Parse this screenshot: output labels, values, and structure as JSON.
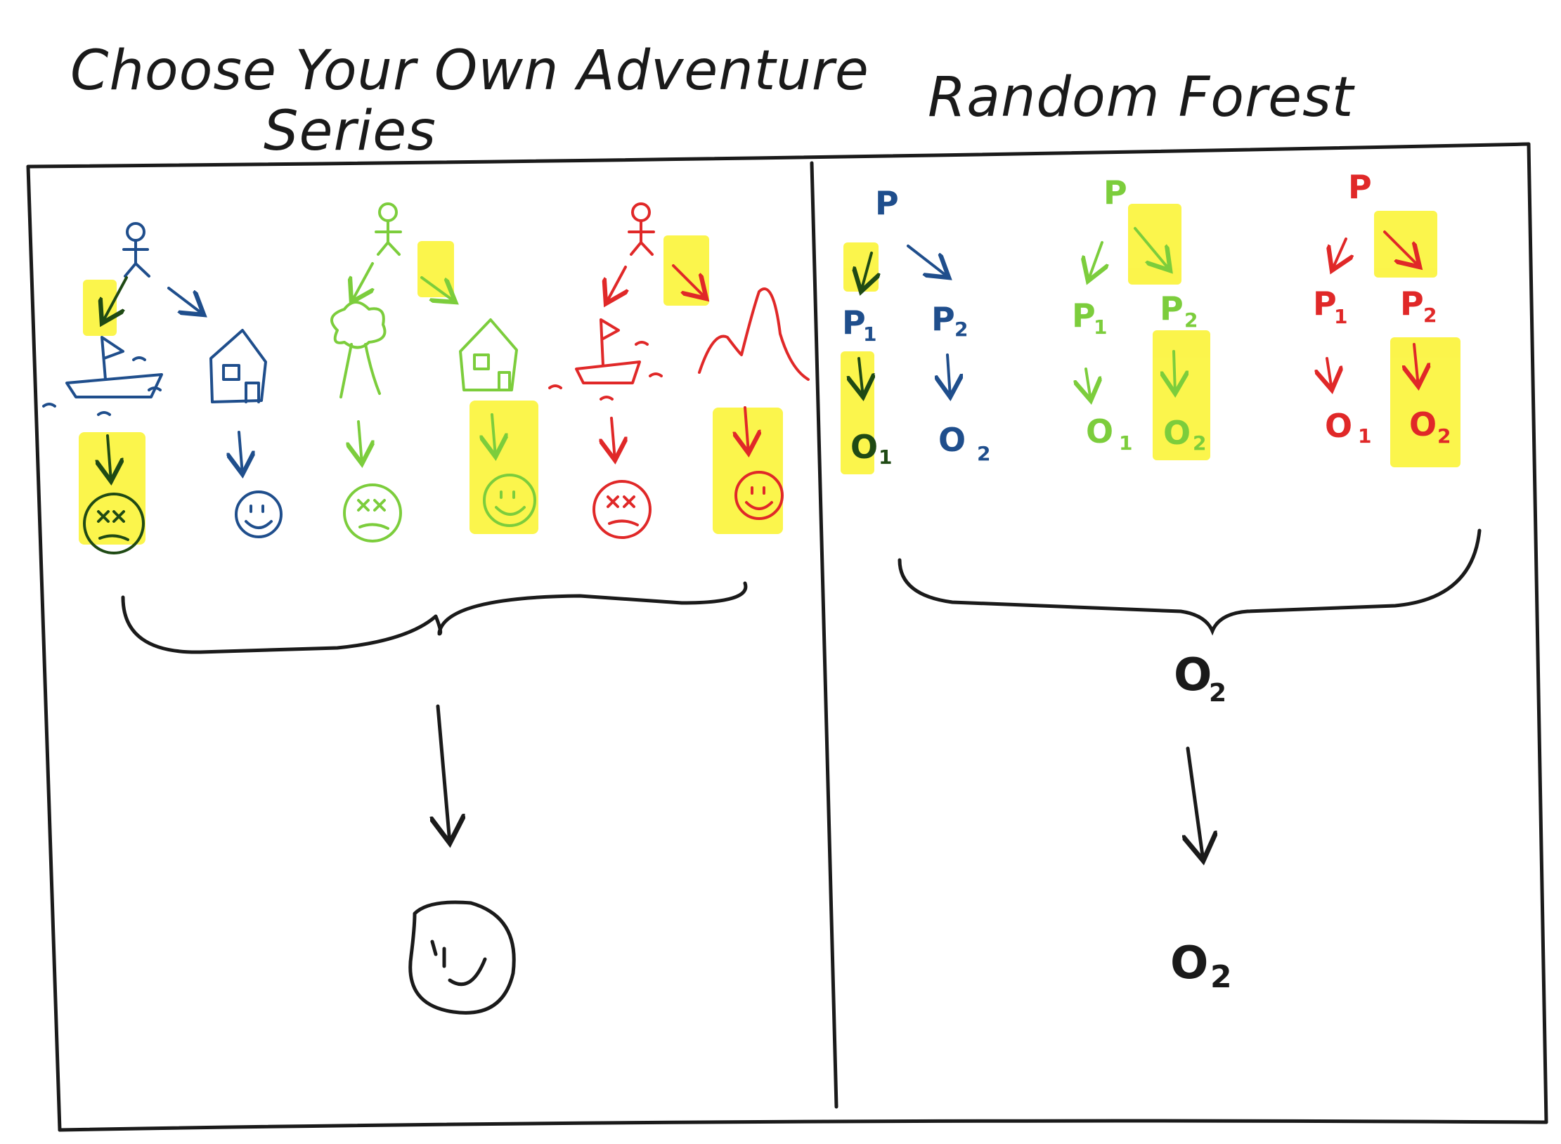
{
  "colors": {
    "ink": "#1a1a1a",
    "blue": "#1f4e8c",
    "green": "#7ccd3c",
    "red": "#e02828",
    "dark_green": "#1f4a14",
    "highlight": "#fbf442"
  },
  "left": {
    "title_line1": "Choose Your Own Adventure",
    "title_line2": "Series"
  },
  "right": {
    "title": "Random Forest",
    "trees": [
      {
        "color": "blue",
        "root": "P",
        "p1": "P",
        "p1_sub": "1",
        "p2": "P",
        "p2_sub": "2",
        "o1": "O",
        "o1_sub": "1",
        "o2": "O",
        "o2_sub": "2"
      },
      {
        "color": "green",
        "root": "P",
        "p1": "P",
        "p1_sub": "1",
        "p2": "P",
        "p2_sub": "2",
        "o1": "O",
        "o1_sub": "1",
        "o2": "O",
        "o2_sub": "2"
      },
      {
        "color": "red",
        "root": "P",
        "p1": "P",
        "p1_sub": "1",
        "p2": "P",
        "p2_sub": "2",
        "o1": "O",
        "o1_sub": "1",
        "o2": "O",
        "o2_sub": "2"
      }
    ],
    "vote_result": "O",
    "vote_result_sub": "2",
    "final_result": "O",
    "final_result_sub": "2"
  }
}
